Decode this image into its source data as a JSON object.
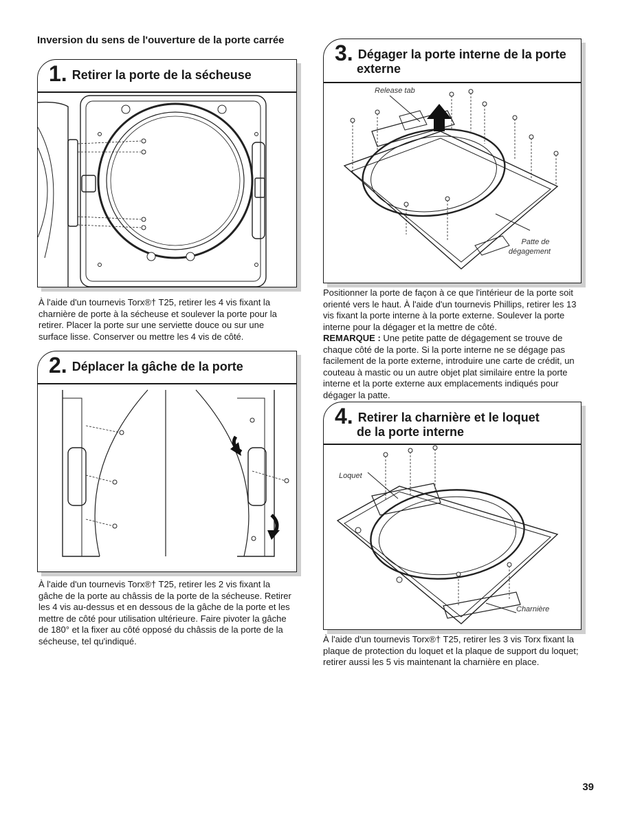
{
  "page": {
    "section_title": "Inversion du sens de l'ouverture de la porte carrée",
    "page_number": "39"
  },
  "steps": [
    {
      "number": "1.",
      "title": "Retirer la porte de la sécheuse",
      "text": "À l'aide d'un tournevis Torx®† T25, retirer les 4 vis fixant la charnière de porte à la sécheuse et soulever la porte pour la retirer. Placer la porte sur une serviette douce ou sur une surface lisse. Conserver ou mettre les 4 vis de côté."
    },
    {
      "number": "2.",
      "title": "Déplacer la gâche de la porte",
      "text": "À l'aide d'un tournevis Torx®† T25, retirer les 2 vis fixant la gâche de la porte au châssis de la porte de la sécheuse. Retirer les 4 vis au-dessus et en dessous de la gâche de la porte et les mettre de côté pour utilisation ultérieure. Faire pivoter la gâche de 180° et la fixer au côté opposé du châssis de la porte de la sécheuse, tel qu'indiqué."
    },
    {
      "number": "3.",
      "title_line1": "Dégager la porte interne de la porte",
      "title_line2": "externe",
      "label_release_tab": "Release tab",
      "label_patte_1": "Patte de",
      "label_patte_2": "dégagement",
      "text": "Positionner la porte de façon à ce que l'intérieur de la porte soit orienté vers le haut. À l'aide d'un tournevis Phillips, retirer les 13 vis fixant la porte interne à la porte externe. Soulever la porte interne pour la dégager et la mettre de côté.",
      "note_label": "REMARQUE :",
      "note_text": " Une petite patte de dégagement se trouve de chaque côté de la porte. Si la porte interne ne se dégage pas facilement de la porte externe, introduire une carte de crédit, un couteau à mastic ou un autre objet plat similaire entre la porte interne et la porte externe aux emplacements indiqués pour dégager la patte."
    },
    {
      "number": "4.",
      "title_line1": "Retirer la charnière et le loquet",
      "title_line2": "de la porte interne",
      "label_loquet": "Loquet",
      "label_charniere": "Charnière",
      "text": "À l'aide d'un tournevis Torx®† T25, retirer les 3 vis Torx fixant la plaque de protection du loquet et la plaque de support du loquet; retirer aussi les 5 vis maintenant la charnière en place."
    }
  ]
}
